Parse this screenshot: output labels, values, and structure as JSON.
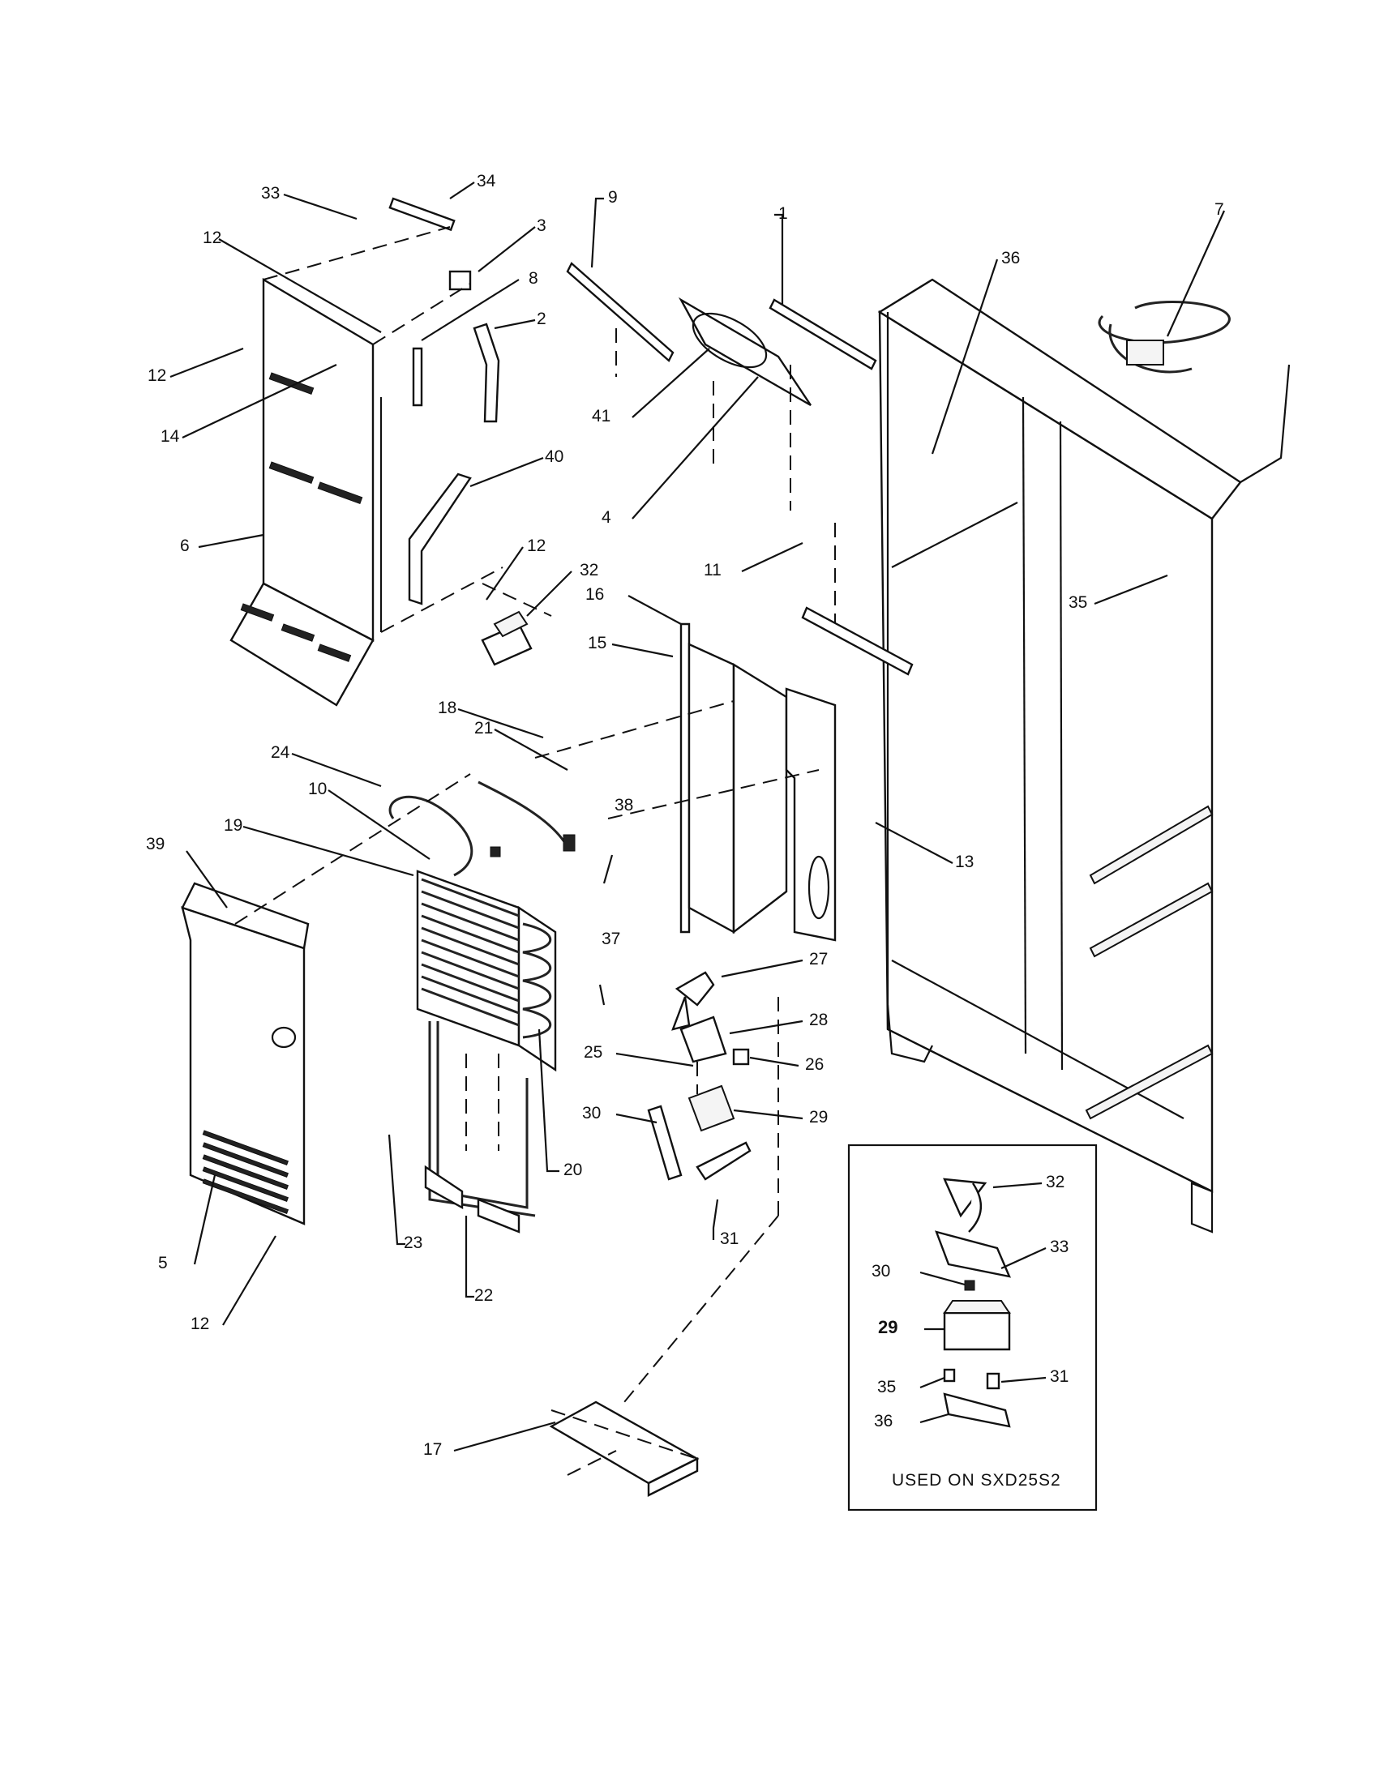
{
  "callouts": [
    "1",
    "2",
    "3",
    "4",
    "5",
    "6",
    "7",
    "8",
    "9",
    "10",
    "11",
    "12",
    "13",
    "14",
    "15",
    "16",
    "17",
    "18",
    "19",
    "20",
    "21",
    "22",
    "23",
    "24",
    "25",
    "26",
    "27",
    "28",
    "29",
    "30",
    "31",
    "32",
    "33",
    "34",
    "35",
    "36",
    "37",
    "38",
    "39",
    "40",
    "41"
  ],
  "inset": {
    "caption": "USED ON SXD25S2",
    "callouts": [
      "29",
      "30",
      "31",
      "32",
      "33",
      "35",
      "36"
    ]
  }
}
